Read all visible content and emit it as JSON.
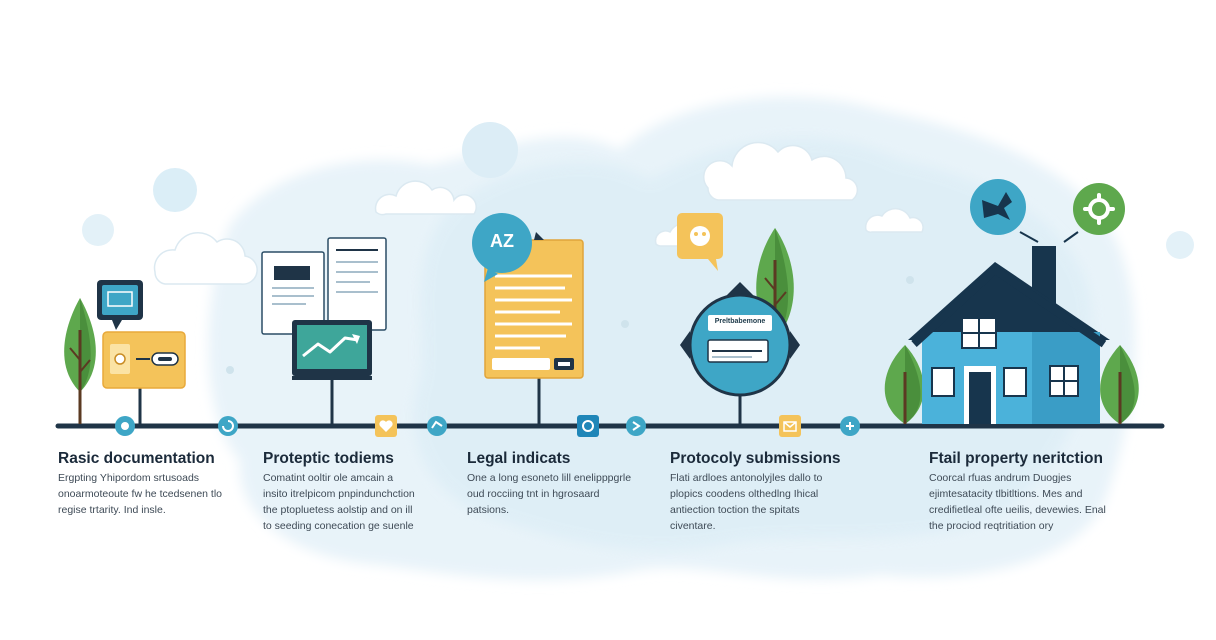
{
  "steps": [
    {
      "title": "Rasic documentation",
      "desc": [
        "Ergpting Yhipordom srtusoads",
        "onoarmoteoute fw he tcedsenen tlo",
        "regise trtarity. Ind insle."
      ]
    },
    {
      "title": "Proteptic todiems",
      "desc": [
        "Comatint ooltir ole amcain a",
        "insito itrelpicom pnpindunchction",
        "the ptopluetess aolstip and on ill",
        "to seeding conecation ge suenle"
      ]
    },
    {
      "title": "Legal indicats",
      "desc": [
        "One a long esoneto lill enelipppgrle",
        "oud rocciing tnt in hgrosaard",
        "patsions."
      ]
    },
    {
      "title": "Protocoly submissions",
      "desc": [
        "Flati ardloes antonolyjles dallo to",
        "plopics coodens olthedlng Ihical",
        "antiection toction the spitats",
        "civentare."
      ]
    },
    {
      "title": "Ftail property neritction",
      "desc": [
        "Coorcal rfuas andrum Duogjes",
        "ejimtesatacity tlbitltions. Mes and",
        "credifietleal ofte ueilis, devewies. Enal",
        "the prociod reqtritiation ory"
      ]
    }
  ],
  "doc_badge": "AZ",
  "card_label": "Preltbabemone",
  "colors": {
    "timeline": "#1f3447",
    "teal": "#3ea6c6",
    "yellow": "#f4c35a",
    "navy": "#17354d",
    "green": "#5ea84d",
    "house_blue": "#4bb2da"
  },
  "icons": [
    "tree-icon",
    "monitor-card-icon",
    "checklist-icon",
    "chart-monitor-icon",
    "document-icon",
    "chat-bubble-icon",
    "form-circle-icon",
    "house-icon",
    "bird-icon",
    "gear-icon",
    "heart-icon"
  ]
}
